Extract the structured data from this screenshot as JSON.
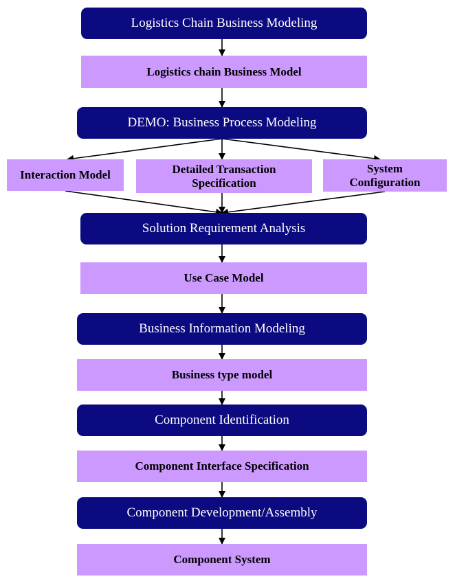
{
  "diagram": {
    "nodes": {
      "n1": "Logistics Chain Business Modeling",
      "n2": "Logistics chain Business Model",
      "n3": "DEMO: Business Process Modeling",
      "n4a": "Interaction Model",
      "n4b": "Detailed Transaction Specification",
      "n4c": "System Configuration",
      "n5": "Solution Requirement Analysis",
      "n6": "Use Case Model",
      "n7": "Business Information Modeling",
      "n8": "Business type model",
      "n9": "Component Identification",
      "n10": "Component Interface Specification",
      "n11": "Component Development/Assembly",
      "n12": "Component System"
    },
    "edges": [
      [
        "n1",
        "n2"
      ],
      [
        "n2",
        "n3"
      ],
      [
        "n3",
        "n4a"
      ],
      [
        "n3",
        "n4b"
      ],
      [
        "n3",
        "n4c"
      ],
      [
        "n4a",
        "n5"
      ],
      [
        "n4b",
        "n5"
      ],
      [
        "n4c",
        "n5"
      ],
      [
        "n5",
        "n6"
      ],
      [
        "n6",
        "n7"
      ],
      [
        "n7",
        "n8"
      ],
      [
        "n8",
        "n9"
      ],
      [
        "n9",
        "n10"
      ],
      [
        "n10",
        "n11"
      ],
      [
        "n11",
        "n12"
      ]
    ],
    "colors": {
      "process": "#0b0a80",
      "product": "#cc99ff",
      "arrow": "#000000"
    }
  }
}
